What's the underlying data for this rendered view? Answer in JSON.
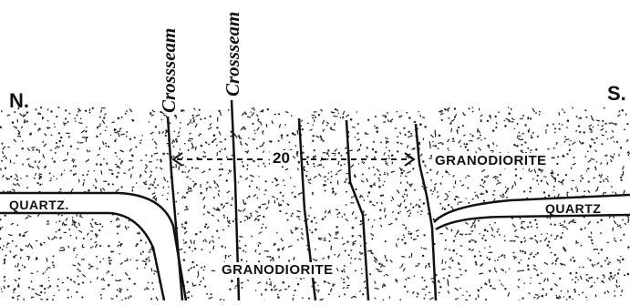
{
  "labels": {
    "north": "N.",
    "south": "S.",
    "crossseam_left": "Crossseam",
    "crossseam_right": "Crossseam",
    "distance": "20",
    "granodiorite_upper": "GRANODIORITE",
    "granodiorite_lower": "GRANODIORITE",
    "quartz_left": "QUARTZ.",
    "quartz_right": "QUARTZ"
  },
  "colors": {
    "ink": "#111111",
    "paper": "#ffffff"
  }
}
